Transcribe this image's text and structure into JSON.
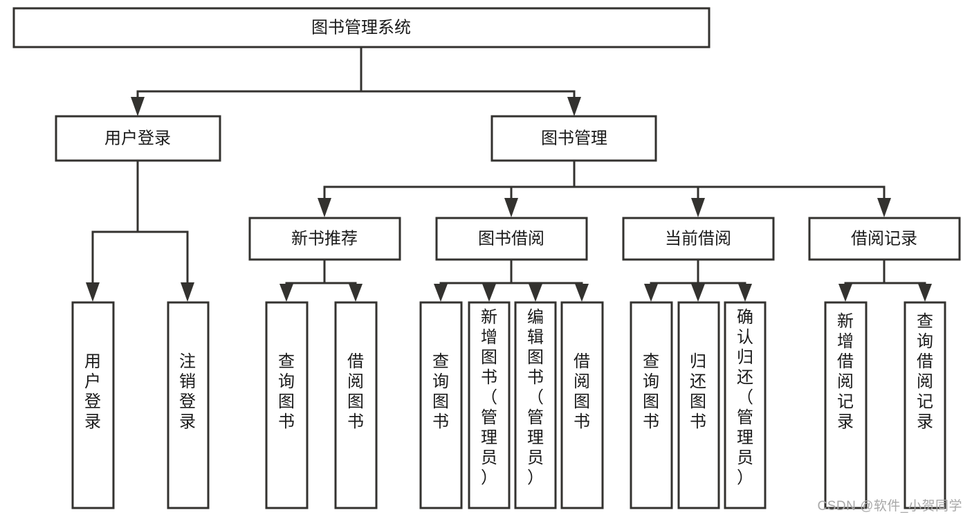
{
  "diagram": {
    "title": "图书管理系统",
    "type": "hierarchy-tree",
    "orientation": "top-down",
    "levels": 4,
    "root": {
      "id": "root",
      "label": "图书管理系统",
      "text_orientation": "horizontal"
    },
    "level2": [
      {
        "id": "user-login",
        "label": "用户登录",
        "text_orientation": "horizontal"
      },
      {
        "id": "book-manage",
        "label": "图书管理",
        "text_orientation": "horizontal"
      }
    ],
    "level3": [
      {
        "id": "new-book-recommend",
        "label": "新书推荐",
        "parent": "book-manage",
        "text_orientation": "horizontal"
      },
      {
        "id": "book-borrow",
        "label": "图书借阅",
        "parent": "book-manage",
        "text_orientation": "horizontal"
      },
      {
        "id": "current-borrow",
        "label": "当前借阅",
        "parent": "book-manage",
        "text_orientation": "horizontal"
      },
      {
        "id": "borrow-record",
        "label": "借阅记录",
        "parent": "book-manage",
        "text_orientation": "horizontal"
      }
    ],
    "leaves": [
      {
        "id": "leaf-user-login",
        "label": "用户登录",
        "parent": "user-login",
        "text_orientation": "vertical",
        "align": "middle"
      },
      {
        "id": "leaf-logout-login",
        "label": "注销登录",
        "parent": "user-login",
        "text_orientation": "vertical",
        "align": "middle"
      },
      {
        "id": "leaf-query-book-1",
        "label": "查询图书",
        "parent": "new-book-recommend",
        "text_orientation": "vertical",
        "align": "middle"
      },
      {
        "id": "leaf-borrow-book-1",
        "label": "借阅图书",
        "parent": "new-book-recommend",
        "text_orientation": "vertical",
        "align": "middle"
      },
      {
        "id": "leaf-query-book-2",
        "label": "查询图书",
        "parent": "book-borrow",
        "text_orientation": "vertical",
        "align": "middle"
      },
      {
        "id": "leaf-add-book-admin",
        "label": "新增图书（管理员）",
        "parent": "book-borrow",
        "text_orientation": "vertical",
        "align": "top"
      },
      {
        "id": "leaf-edit-book-admin",
        "label": "编辑图书（管理员）",
        "parent": "book-borrow",
        "text_orientation": "vertical",
        "align": "top"
      },
      {
        "id": "leaf-borrow-book-2",
        "label": "借阅图书",
        "parent": "book-borrow",
        "text_orientation": "vertical",
        "align": "middle"
      },
      {
        "id": "leaf-query-book-3",
        "label": "查询图书",
        "parent": "current-borrow",
        "text_orientation": "vertical",
        "align": "middle"
      },
      {
        "id": "leaf-return-book",
        "label": "归还图书",
        "parent": "current-borrow",
        "text_orientation": "vertical",
        "align": "middle"
      },
      {
        "id": "leaf-confirm-return-admin",
        "label": "确认归还（管理员）",
        "parent": "current-borrow",
        "text_orientation": "vertical",
        "align": "top"
      },
      {
        "id": "leaf-add-borrow-record",
        "label": "新增借阅记录",
        "parent": "borrow-record",
        "text_orientation": "vertical",
        "align": "middle"
      },
      {
        "id": "leaf-query-borrow-record",
        "label": "查询借阅记录",
        "parent": "borrow-record",
        "text_orientation": "vertical",
        "align": "middle"
      }
    ]
  },
  "watermark": {
    "text": "CSDN @软件_小贺同学"
  },
  "colors": {
    "box_stroke": "#33322f",
    "box_fill": "#ffffff",
    "text": "#1a1a1a",
    "connector": "#33322f",
    "watermark": "#a8a8a8",
    "background": "#ffffff"
  }
}
